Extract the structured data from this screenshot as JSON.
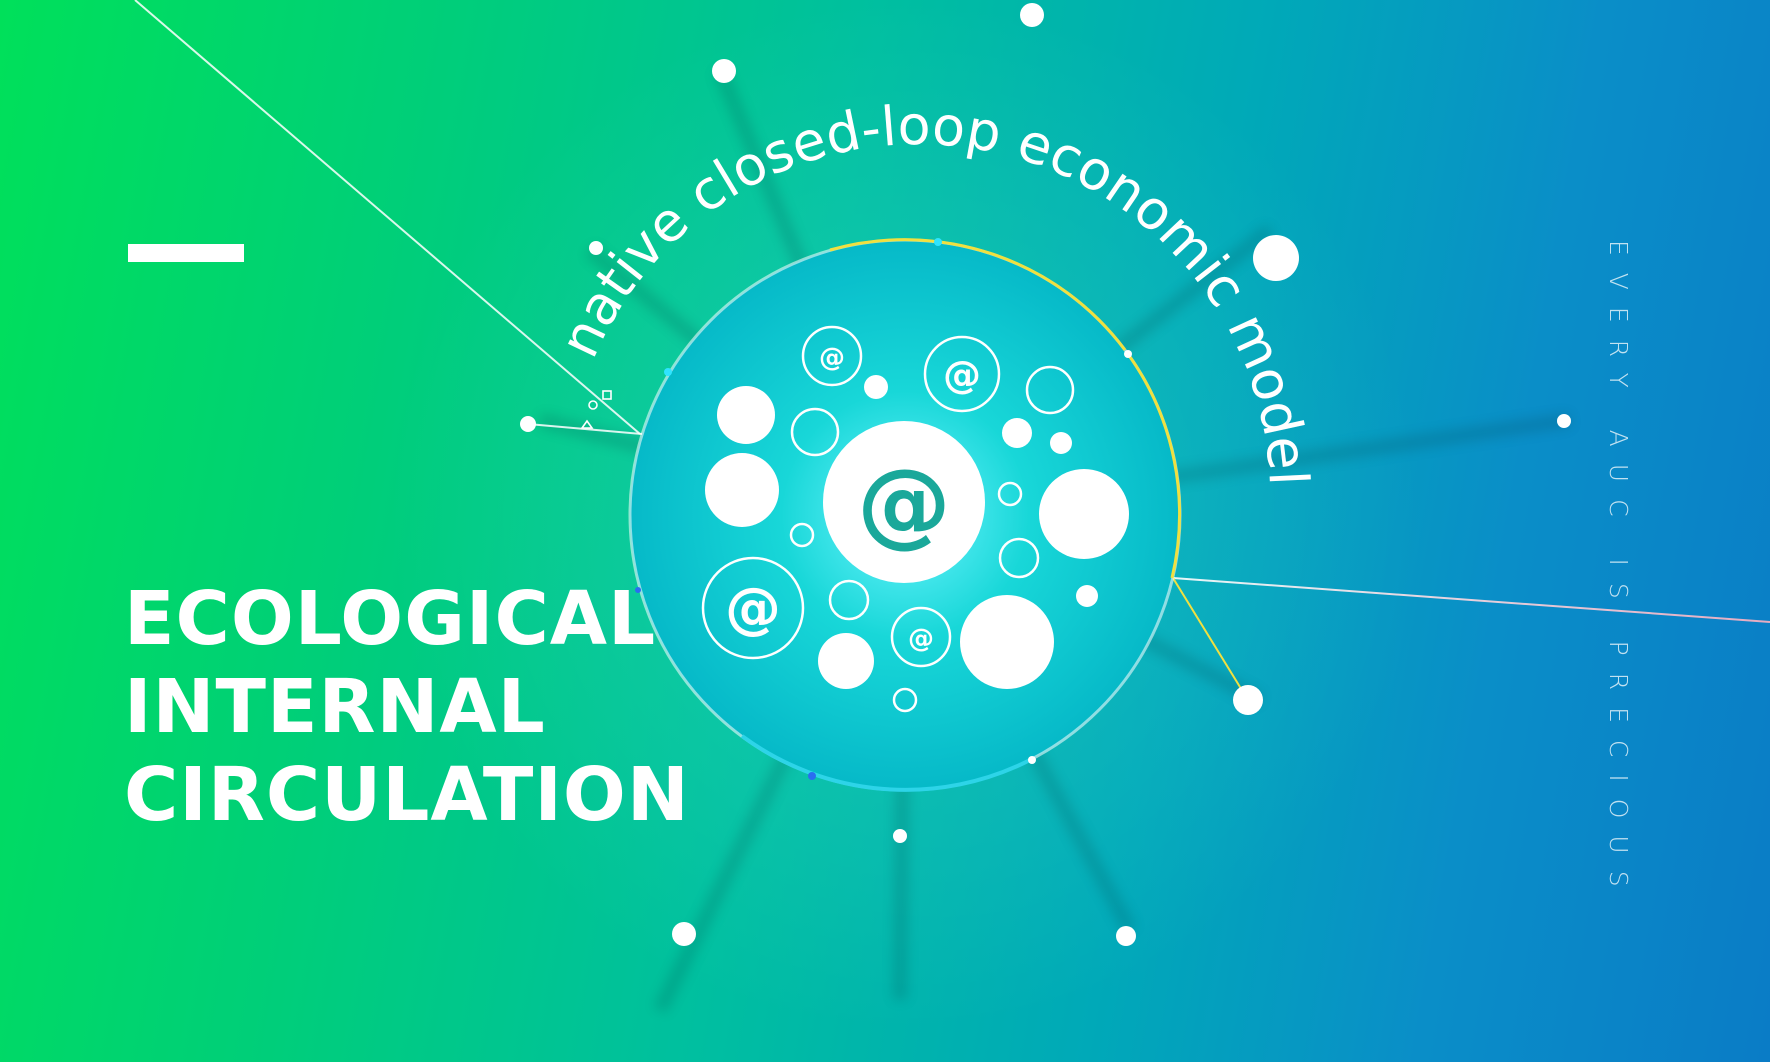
{
  "arc_text": "native closed-loop economic model",
  "title_lines": [
    "ECOLOGICAL",
    "INTERNAL",
    "CIRCULATION"
  ],
  "side_text": "EVERY AUC IS PRECIOUS",
  "at_symbol": "@",
  "colors": {
    "gradient_start": "#00e05a",
    "gradient_end": "#0a7cc6",
    "accent_yellow": "#f0e040",
    "at_color": "#1aa89a"
  }
}
